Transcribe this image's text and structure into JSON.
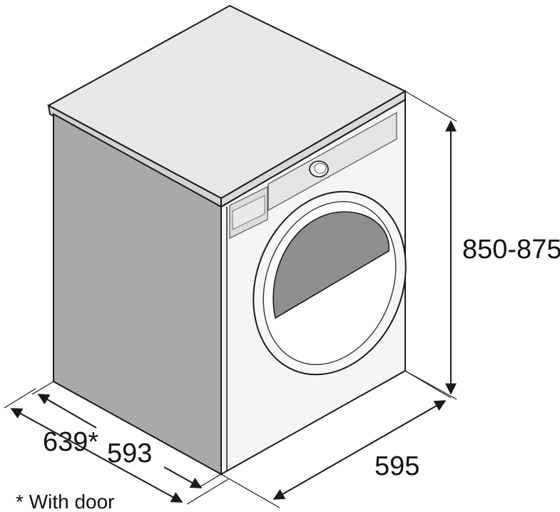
{
  "dimensions": {
    "height_label": "850-875",
    "width_label": "595",
    "depth_label": "593",
    "depth_with_door_label": "639*"
  },
  "footnote": "* With door",
  "colors": {
    "top_panel": "#e8e8e8",
    "side_panel": "#a9a9a9",
    "front_panel": "#f5f5f5",
    "outline": "#1a1a1a",
    "door_window": "#8f8f8f",
    "control_panel": "#dcdcdc"
  }
}
